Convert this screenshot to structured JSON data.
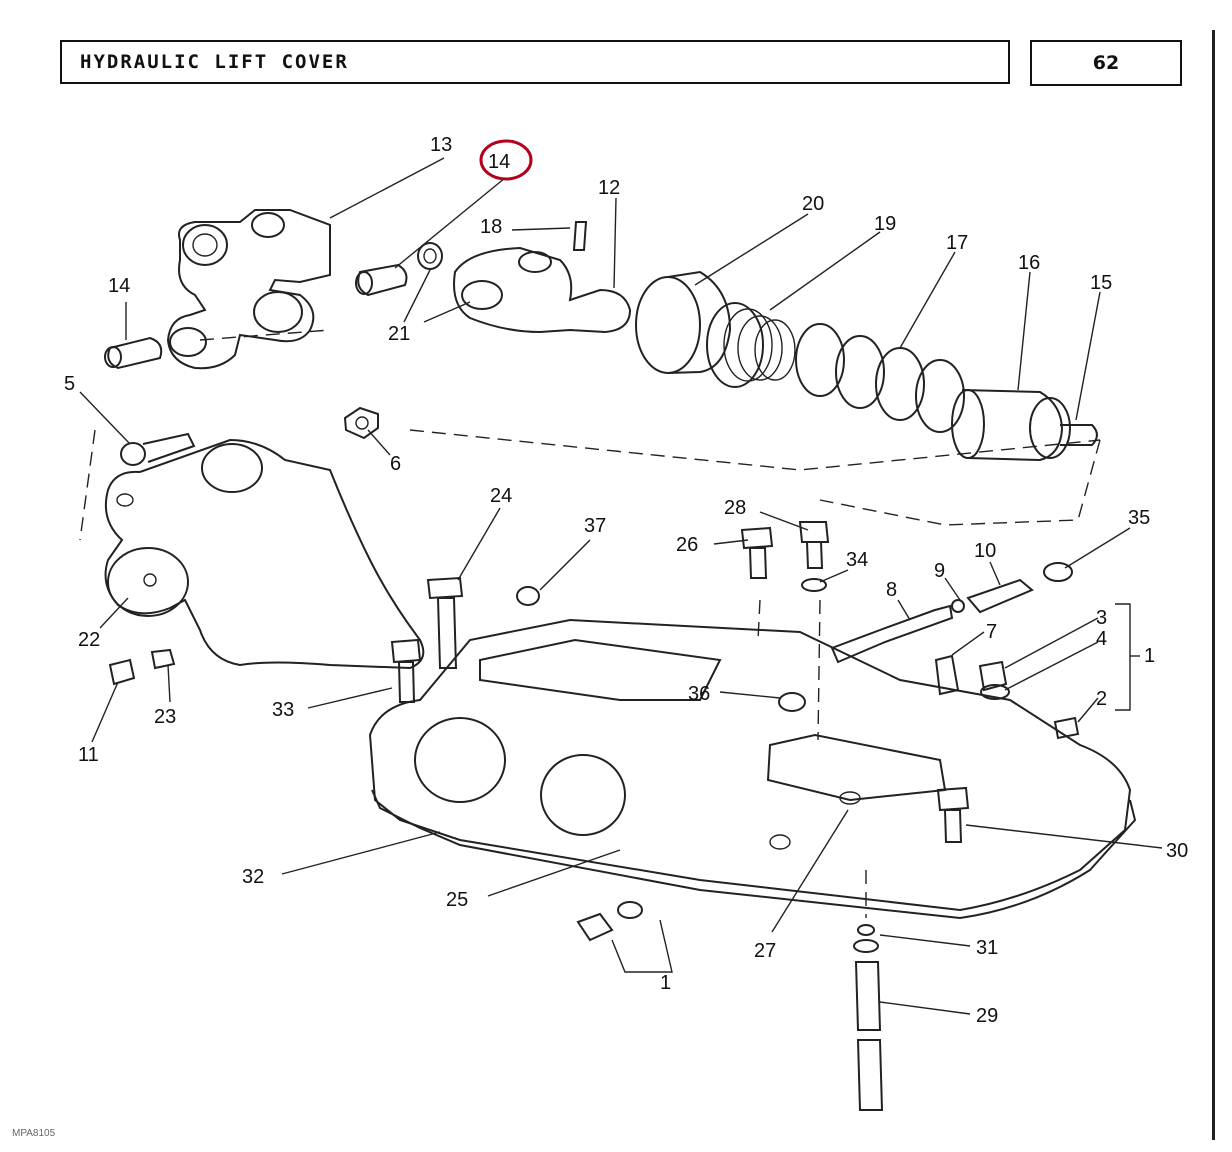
{
  "header": {
    "title": "HYDRAULIC LIFT COVER",
    "page_number": "62"
  },
  "reference_code": "MPA8105",
  "highlight_color": "#b3001b",
  "highlighted_callout": "14",
  "callouts": [
    {
      "id": "c13",
      "label": "13"
    },
    {
      "id": "c14a",
      "label": "14"
    },
    {
      "id": "c12",
      "label": "12"
    },
    {
      "id": "c20",
      "label": "20"
    },
    {
      "id": "c18",
      "label": "18"
    },
    {
      "id": "c19",
      "label": "19"
    },
    {
      "id": "c17",
      "label": "17"
    },
    {
      "id": "c16",
      "label": "16"
    },
    {
      "id": "c15",
      "label": "15"
    },
    {
      "id": "c14b",
      "label": "14"
    },
    {
      "id": "c21",
      "label": "21"
    },
    {
      "id": "c5",
      "label": "5"
    },
    {
      "id": "c6",
      "label": "6"
    },
    {
      "id": "c24",
      "label": "24"
    },
    {
      "id": "c28",
      "label": "28"
    },
    {
      "id": "c37",
      "label": "37"
    },
    {
      "id": "c26",
      "label": "26"
    },
    {
      "id": "c34",
      "label": "34"
    },
    {
      "id": "c35",
      "label": "35"
    },
    {
      "id": "c10",
      "label": "10"
    },
    {
      "id": "c9",
      "label": "9"
    },
    {
      "id": "c8",
      "label": "8"
    },
    {
      "id": "c3",
      "label": "3"
    },
    {
      "id": "c7",
      "label": "7"
    },
    {
      "id": "c4",
      "label": "4"
    },
    {
      "id": "c1a",
      "label": "1"
    },
    {
      "id": "c22",
      "label": "22"
    },
    {
      "id": "c36",
      "label": "36"
    },
    {
      "id": "c2",
      "label": "2"
    },
    {
      "id": "c33",
      "label": "33"
    },
    {
      "id": "c23",
      "label": "23"
    },
    {
      "id": "c11",
      "label": "11"
    },
    {
      "id": "c30",
      "label": "30"
    },
    {
      "id": "c32",
      "label": "32"
    },
    {
      "id": "c25",
      "label": "25"
    },
    {
      "id": "c27",
      "label": "27"
    },
    {
      "id": "c31",
      "label": "31"
    },
    {
      "id": "c1b",
      "label": "1"
    },
    {
      "id": "c29",
      "label": "29"
    }
  ]
}
